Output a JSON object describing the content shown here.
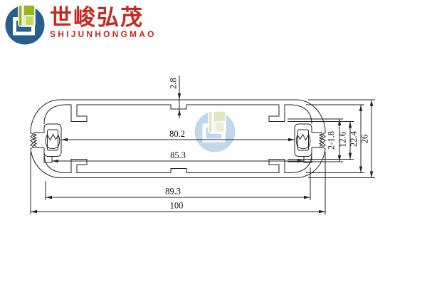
{
  "brand": {
    "chinese_name": "世峻弘茂",
    "english_name": "SHIJUNHONGMAO",
    "text_color": "#c5291f",
    "logo_colors": {
      "circle": "#27608e",
      "square_outline": "#ffffff",
      "pane": "#9bb21d",
      "pane_light": "#c9d75c"
    }
  },
  "watermark": {
    "circle_color": "#bad4e8",
    "pane_color": "#dce4ba",
    "pane_light_color": "#e9ecd5"
  },
  "drawing": {
    "line_color": "#222222",
    "dimensions": {
      "groove_depth": "2.8",
      "boss_inner_span": "80.2",
      "hook_span": "85.3",
      "flat_width": "89.3",
      "overall_width": "100",
      "tab_thickness": "2-1.8",
      "tab_clear_height": "12.6",
      "cavity_height": "22.4",
      "overall_height": "26"
    }
  }
}
